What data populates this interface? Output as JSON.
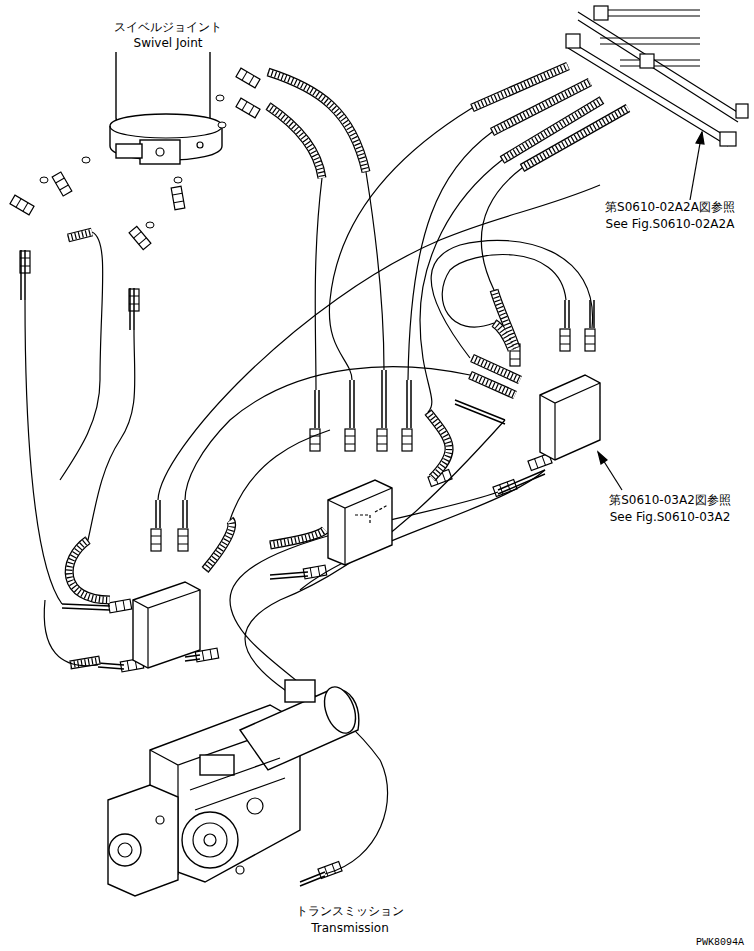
{
  "diagram": {
    "labels": [
      "スイベルジョイント",
      "Swivel Joint",
      "第S0610-02A2A図参照",
      "See Fig.S0610-02A2A",
      "第S0610-03A2図参照",
      "See Fig.S0610-03A2",
      "トランスミッション",
      "Transmission",
      "PWK8094A"
    ]
  }
}
